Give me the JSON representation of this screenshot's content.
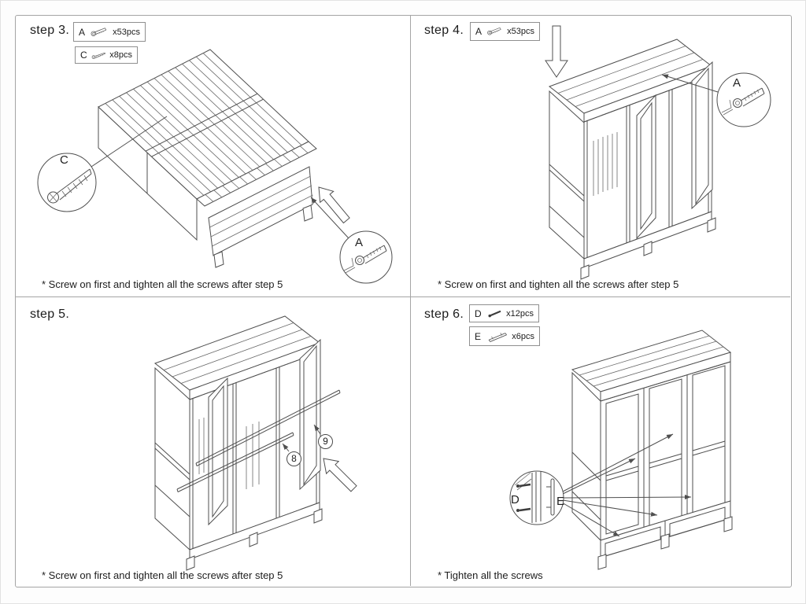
{
  "colors": {
    "line": "#4f4f4f",
    "border": "#a5a5a5",
    "text": "#1c1c1c",
    "background": "#ffffff"
  },
  "steps": [
    {
      "label": "step 3.",
      "parts": [
        {
          "letter": "A",
          "count": "x53pcs",
          "icon": "bolt-icon"
        },
        {
          "letter": "C",
          "count": "x8pcs",
          "icon": "wood-screw-icon"
        }
      ],
      "callouts": [
        {
          "letter": "C"
        },
        {
          "letter": "A"
        }
      ],
      "footnote": "* Screw on first and tighten all the screws after step 5"
    },
    {
      "label": "step 4.",
      "parts": [
        {
          "letter": "A",
          "count": "x53pcs",
          "icon": "bolt-icon"
        }
      ],
      "callouts": [
        {
          "letter": "A"
        }
      ],
      "footnote": "* Screw on first and tighten all the screws after step 5"
    },
    {
      "label": "step 5.",
      "parts": [],
      "part_refs": [
        {
          "number": "8"
        },
        {
          "number": "9"
        }
      ],
      "callouts": [],
      "footnote": "* Screw on first and tighten all the screws after step 5"
    },
    {
      "label": "step 6.",
      "parts": [
        {
          "letter": "D",
          "count": "x12pcs",
          "icon": "dark-screw-icon"
        },
        {
          "letter": "E",
          "count": "x6pcs",
          "icon": "handle-icon"
        }
      ],
      "callouts": [
        {
          "letter": "D"
        },
        {
          "letter": "E"
        }
      ],
      "footnote": "* Tighten all the screws"
    }
  ]
}
